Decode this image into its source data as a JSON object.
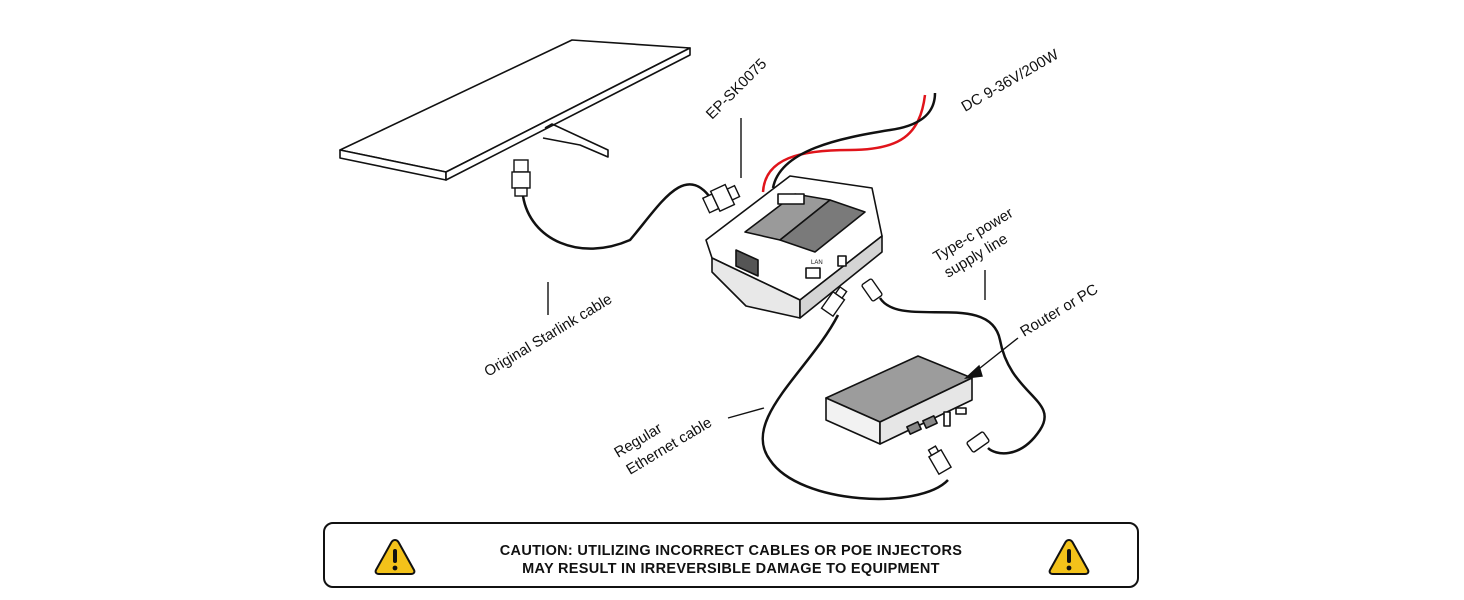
{
  "labels": {
    "model": "EP-SK0075",
    "dc_input": "DC 9-36V/200W",
    "starlink_cable": "Original Starlink cable",
    "typec_line1": "Type-c power",
    "typec_line2": "supply line",
    "router": "Router or PC",
    "ethernet_line1": "Regular",
    "ethernet_line2": "Ethernet cable",
    "lan_port": "LAN"
  },
  "caution": {
    "line1": "CAUTION: UTILIZING INCORRECT CABLES OR POE INJECTORS",
    "line2": "MAY RESULT IN IRREVERSIBLE DAMAGE TO EQUIPMENT",
    "icon": "warning-triangle-icon"
  },
  "colors": {
    "power_positive": "#e0141b",
    "power_negative": "#111111",
    "warning_fill": "#f3c21a"
  }
}
